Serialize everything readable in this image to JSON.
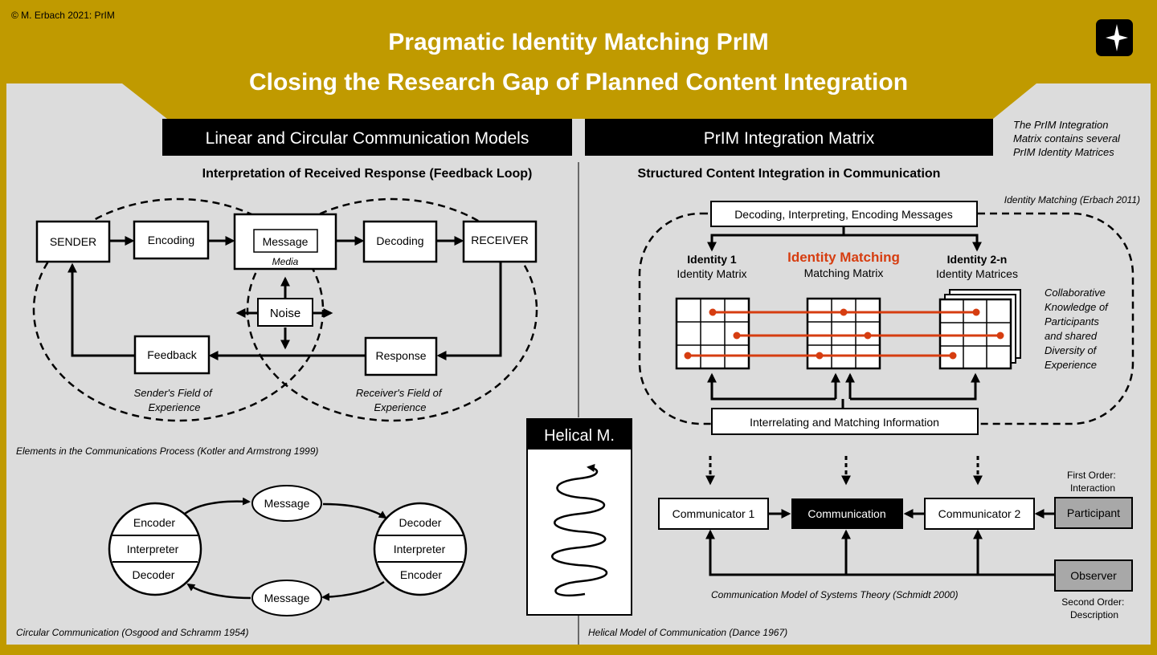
{
  "header": {
    "copyright": "© M. Erbach 2021:  PrIM",
    "title_line1": "Pragmatic Identity Matching PrIM",
    "title_line2": "Closing the Research Gap of Planned Content Integration"
  },
  "colors": {
    "gold": "#c09a00",
    "panel": "#dcdcdc",
    "black": "#000000",
    "accent_red": "#d63d10",
    "gray_box": "#a8a8a8"
  },
  "left": {
    "section_title": "Linear and Circular Communication Models",
    "subtitle": "Interpretation of Received Response (Feedback Loop)",
    "linear": {
      "sender": "SENDER",
      "encoding": "Encoding",
      "message": "Message",
      "media": "Media",
      "decoding": "Decoding",
      "receiver": "RECEIVER",
      "noise": "Noise",
      "feedback": "Feedback",
      "response": "Response",
      "sender_field_line1": "Sender's Field of",
      "sender_field_line2": "Experience",
      "receiver_field_line1": "Receiver's Field of",
      "receiver_field_line2": "Experience",
      "caption": "Elements in the Communications Process (Kotler and Armstrong 1999)"
    },
    "circular": {
      "left_circle": [
        "Encoder",
        "Interpreter",
        "Decoder"
      ],
      "right_circle": [
        "Decoder",
        "Interpreter",
        "Encoder"
      ],
      "message_top": "Message",
      "message_bottom": "Message",
      "caption": "Circular Communication (Osgood and Schramm 1954)"
    }
  },
  "helical": {
    "label": "Helical M.",
    "caption": "Helical Model of Communication (Dance 1967)"
  },
  "right": {
    "section_title": "PrIM Integration Matrix",
    "side_note": [
      "The PrIM Integration",
      "Matrix contains several",
      "PrIM Identity Matrices"
    ],
    "subtitle": "Structured Content Integration in Communication",
    "identity_matching_ref": "Identity Matching (Erbach 2011)",
    "decoding_box": "Decoding, Interpreting, Encoding Messages",
    "identity1_bold": "Identity 1",
    "identity1_sub": "Identity Matrix",
    "matching_title": "Identity Matching",
    "matching_sub": "Matching Matrix",
    "identity2_bold": "Identity 2-n",
    "identity2_sub": "Identity Matrices",
    "collab_note": [
      "Collaborative",
      "Knowledge of",
      "Participants",
      "and shared",
      "Diversity of",
      "Experience"
    ],
    "interrelating_box": "Interrelating and Matching Information",
    "communicator1": "Communicator 1",
    "communication": "Communication",
    "communicator2": "Communicator 2",
    "participant": "Participant",
    "observer": "Observer",
    "first_order_line1": "First Order:",
    "first_order_line2": "Interaction",
    "second_order_line1": "Second Order:",
    "second_order_line2": "Description",
    "caption": "Communication Model of Systems Theory (Schmidt 2000)"
  }
}
